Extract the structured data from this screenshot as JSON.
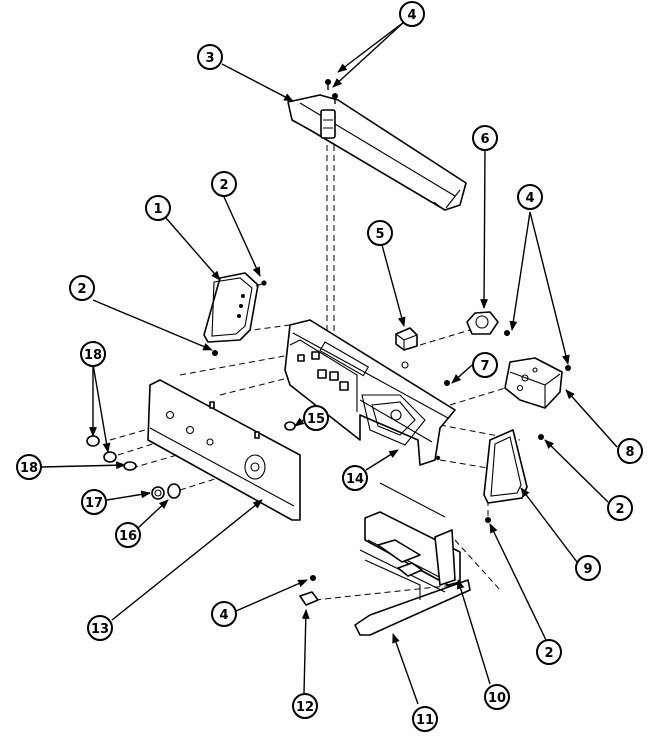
{
  "diagram": {
    "callouts": [
      {
        "id": "c-4-top",
        "label": "4"
      },
      {
        "id": "c-3",
        "label": "3"
      },
      {
        "id": "c-6",
        "label": "6"
      },
      {
        "id": "c-4-right",
        "label": "4"
      },
      {
        "id": "c-2-left-top",
        "label": "2"
      },
      {
        "id": "c-1",
        "label": "1"
      },
      {
        "id": "c-5",
        "label": "5"
      },
      {
        "id": "c-2-left",
        "label": "2"
      },
      {
        "id": "c-18-top",
        "label": "18"
      },
      {
        "id": "c-7",
        "label": "7"
      },
      {
        "id": "c-8",
        "label": "8"
      },
      {
        "id": "c-15",
        "label": "15"
      },
      {
        "id": "c-18-mid",
        "label": "18"
      },
      {
        "id": "c-14",
        "label": "14"
      },
      {
        "id": "c-17",
        "label": "17"
      },
      {
        "id": "c-16",
        "label": "16"
      },
      {
        "id": "c-2-right",
        "label": "2"
      },
      {
        "id": "c-9",
        "label": "9"
      },
      {
        "id": "c-13",
        "label": "13"
      },
      {
        "id": "c-4-bottom",
        "label": "4"
      },
      {
        "id": "c-2-bottom",
        "label": "2"
      },
      {
        "id": "c-10",
        "label": "10"
      },
      {
        "id": "c-12",
        "label": "12"
      },
      {
        "id": "c-11",
        "label": "11"
      }
    ]
  }
}
